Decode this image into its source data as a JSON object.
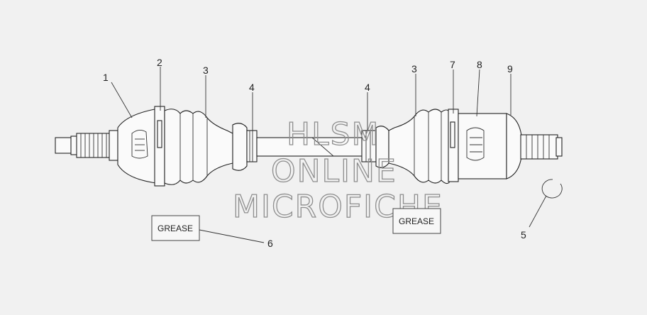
{
  "callouts": [
    "1",
    "2",
    "3",
    "4",
    "4",
    "3",
    "7",
    "8",
    "9",
    "5",
    "6"
  ],
  "grease_labels": [
    "GREASE",
    "GREASE"
  ],
  "watermark": {
    "line1": "HLSM",
    "line2": "ONLINE",
    "line3": "MICROFICHE"
  },
  "colors": {
    "background": "#f1f1f1",
    "stroke": "#222222",
    "watermark": "#8e8e8e"
  }
}
